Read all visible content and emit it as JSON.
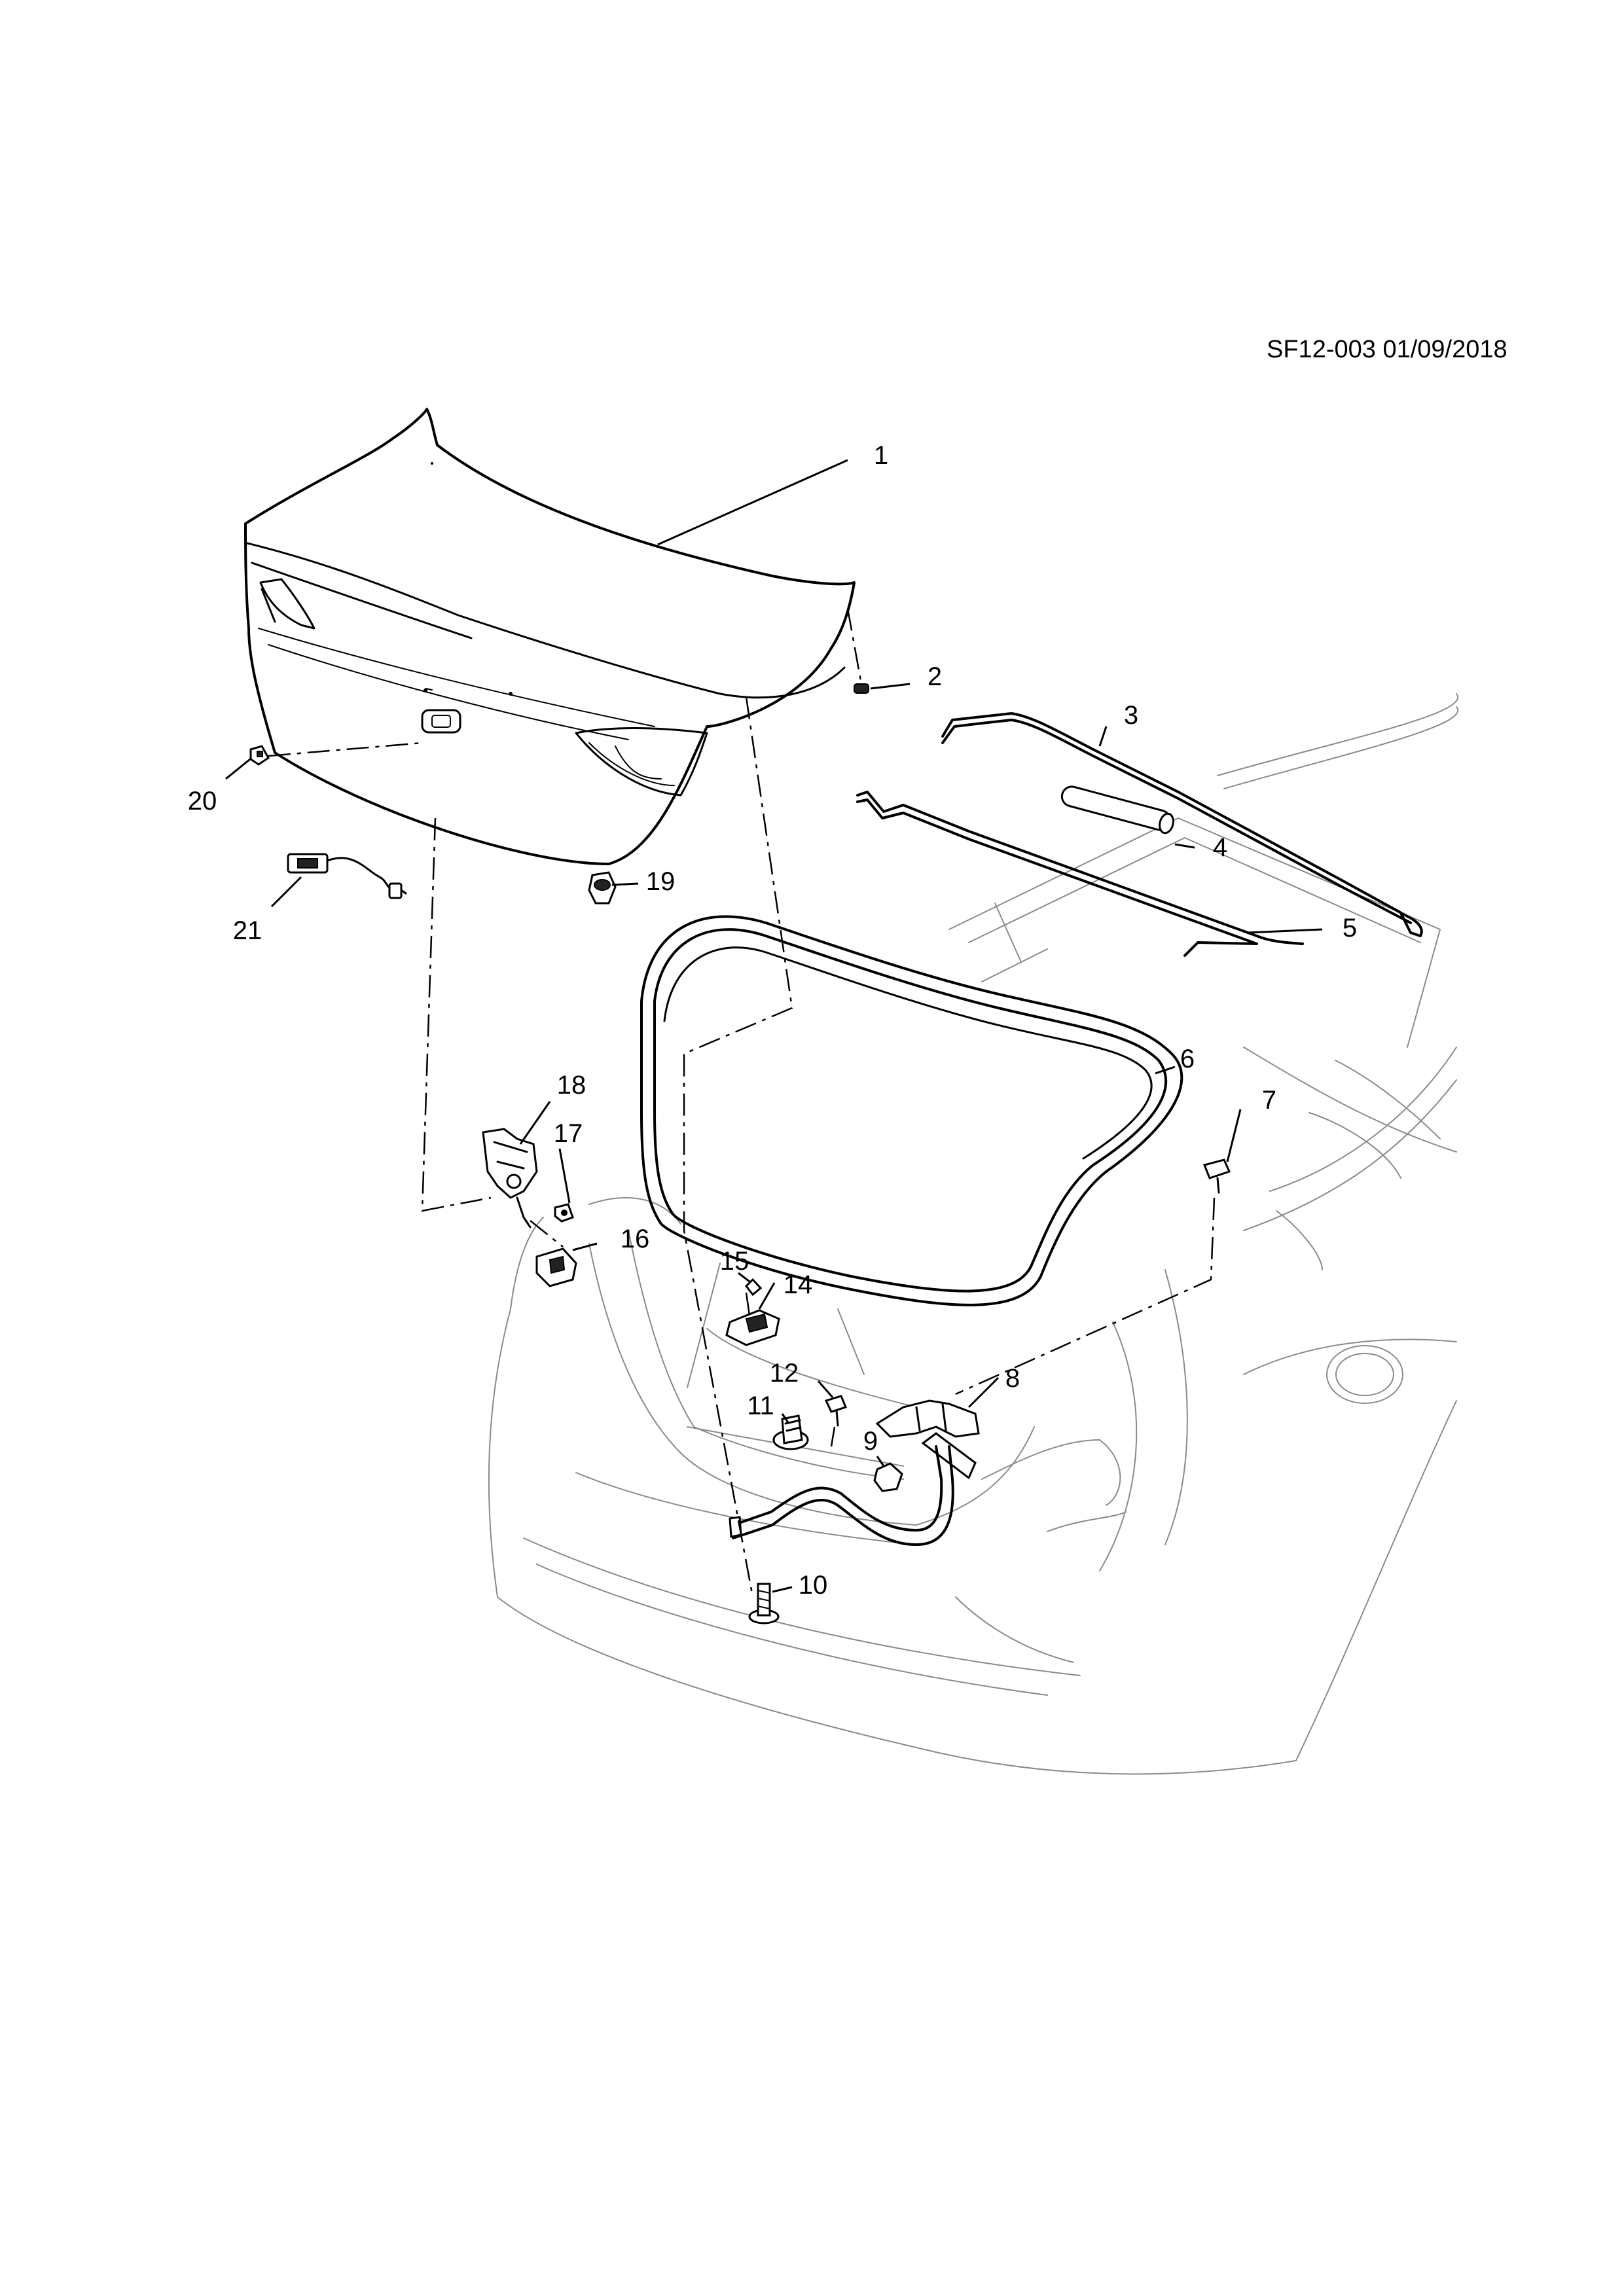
{
  "diagram": {
    "reference": "SF12-003 01/09/2018",
    "callouts": [
      "1",
      "2",
      "3",
      "4",
      "5",
      "6",
      "7",
      "8",
      "9",
      "10",
      "11",
      "12",
      "14",
      "15",
      "16",
      "17",
      "18",
      "19",
      "20",
      "21"
    ]
  }
}
